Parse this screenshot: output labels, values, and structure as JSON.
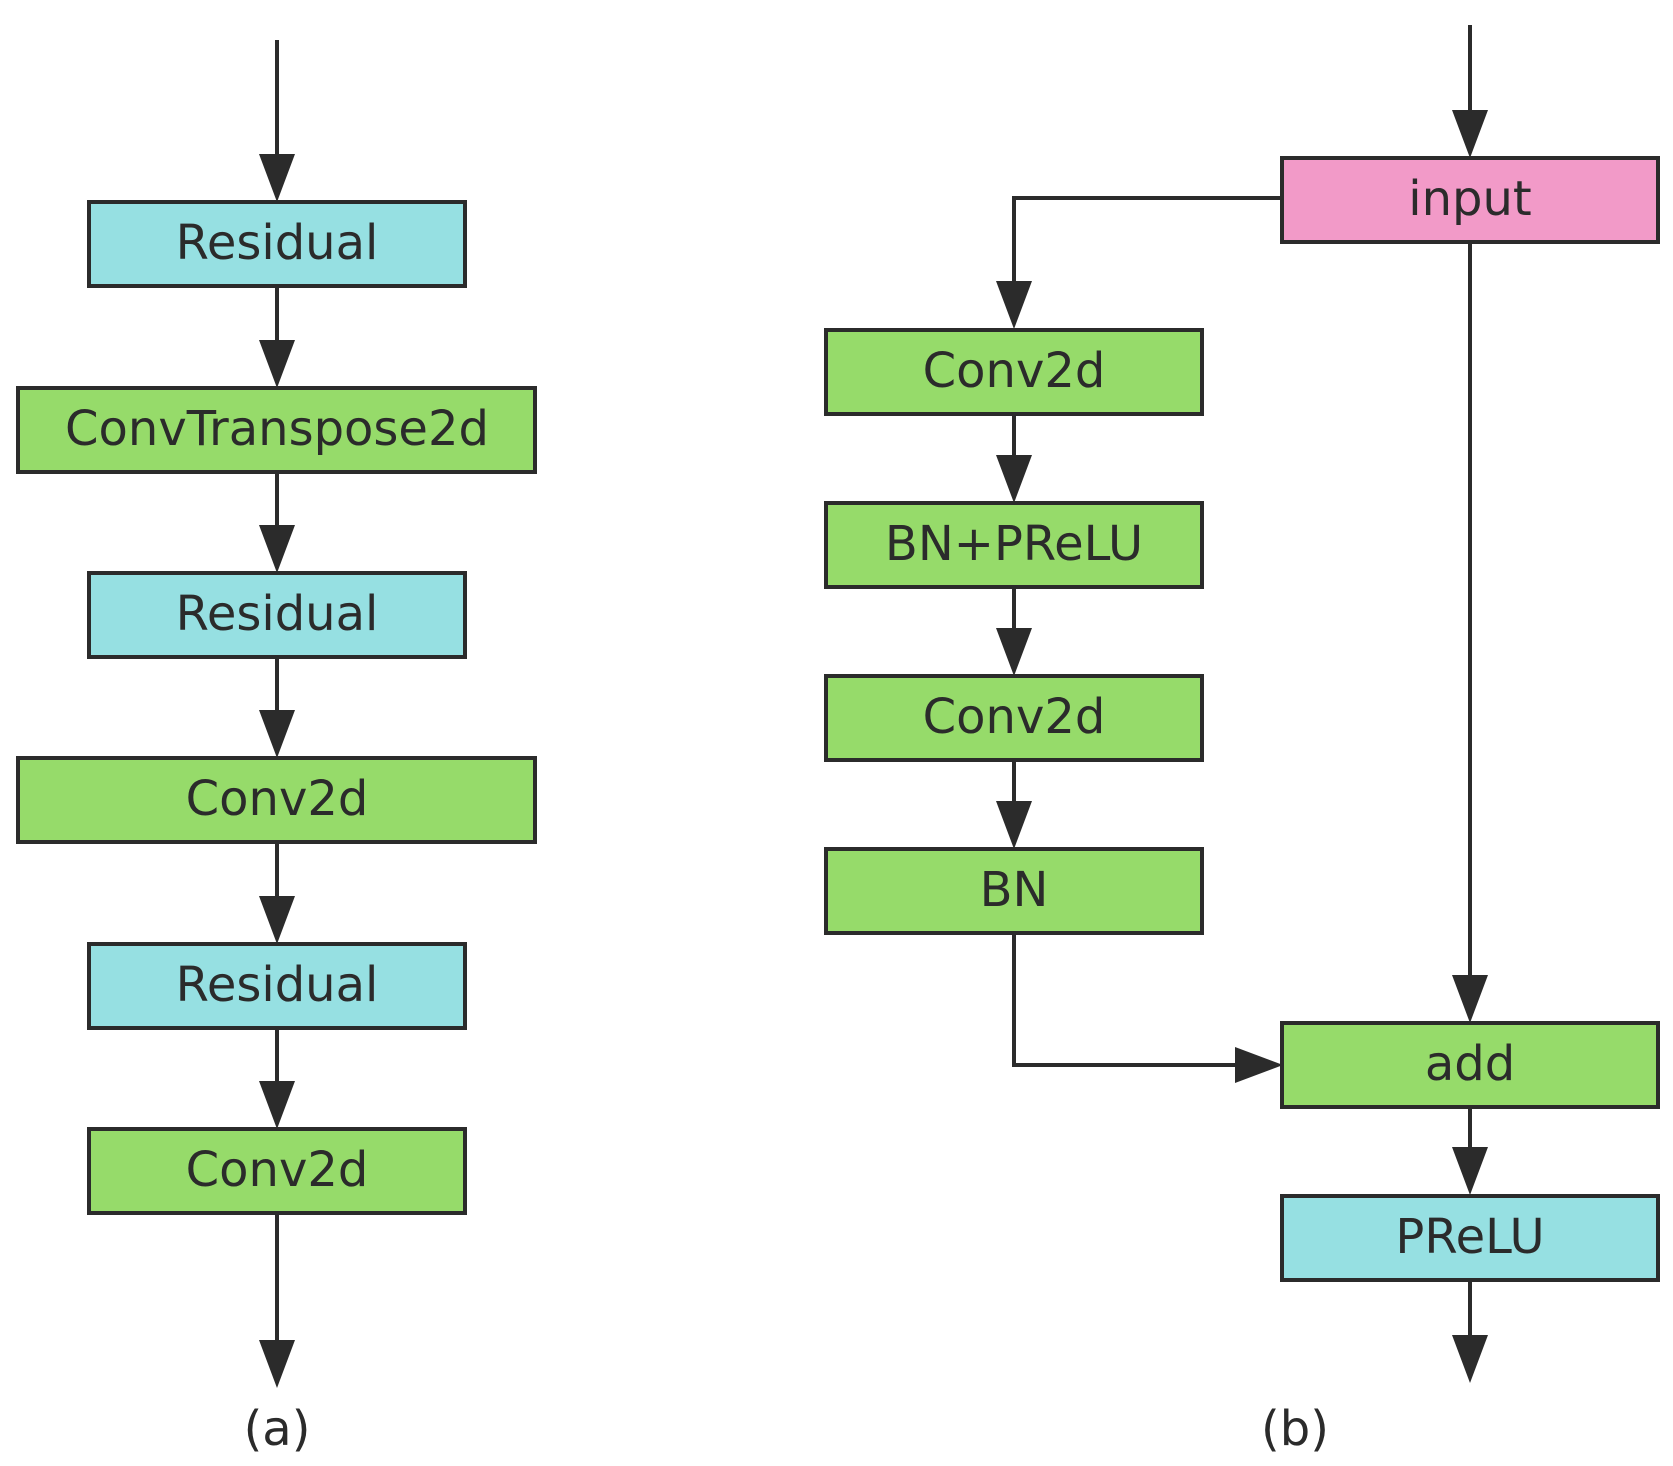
{
  "colors": {
    "residual_fill": "#96e0e2",
    "conv_fill": "#96db6a",
    "input_fill": "#f29ac8",
    "prelu_fill": "#96e0e2",
    "stroke": "#2b2b2b"
  },
  "diagram_a": {
    "caption": "(a)",
    "nodes": [
      {
        "id": "a-residual-1",
        "label": "Residual",
        "kind": "residual"
      },
      {
        "id": "a-convtranspose2d",
        "label": "ConvTranspose2d",
        "kind": "conv"
      },
      {
        "id": "a-residual-2",
        "label": "Residual",
        "kind": "residual"
      },
      {
        "id": "a-conv2d-1",
        "label": "Conv2d",
        "kind": "conv"
      },
      {
        "id": "a-residual-3",
        "label": "Residual",
        "kind": "residual"
      },
      {
        "id": "a-conv2d-2",
        "label": "Conv2d",
        "kind": "conv"
      }
    ]
  },
  "diagram_b": {
    "caption": "(b)",
    "nodes": [
      {
        "id": "b-input",
        "label": "input",
        "kind": "input"
      },
      {
        "id": "b-conv2d-1",
        "label": "Conv2d",
        "kind": "conv"
      },
      {
        "id": "b-bn-prelu",
        "label": "BN+PReLU",
        "kind": "conv"
      },
      {
        "id": "b-conv2d-2",
        "label": "Conv2d",
        "kind": "conv"
      },
      {
        "id": "b-bn",
        "label": "BN",
        "kind": "conv"
      },
      {
        "id": "b-add",
        "label": "add",
        "kind": "conv"
      },
      {
        "id": "b-prelu",
        "label": "PReLU",
        "kind": "prelu"
      }
    ]
  }
}
